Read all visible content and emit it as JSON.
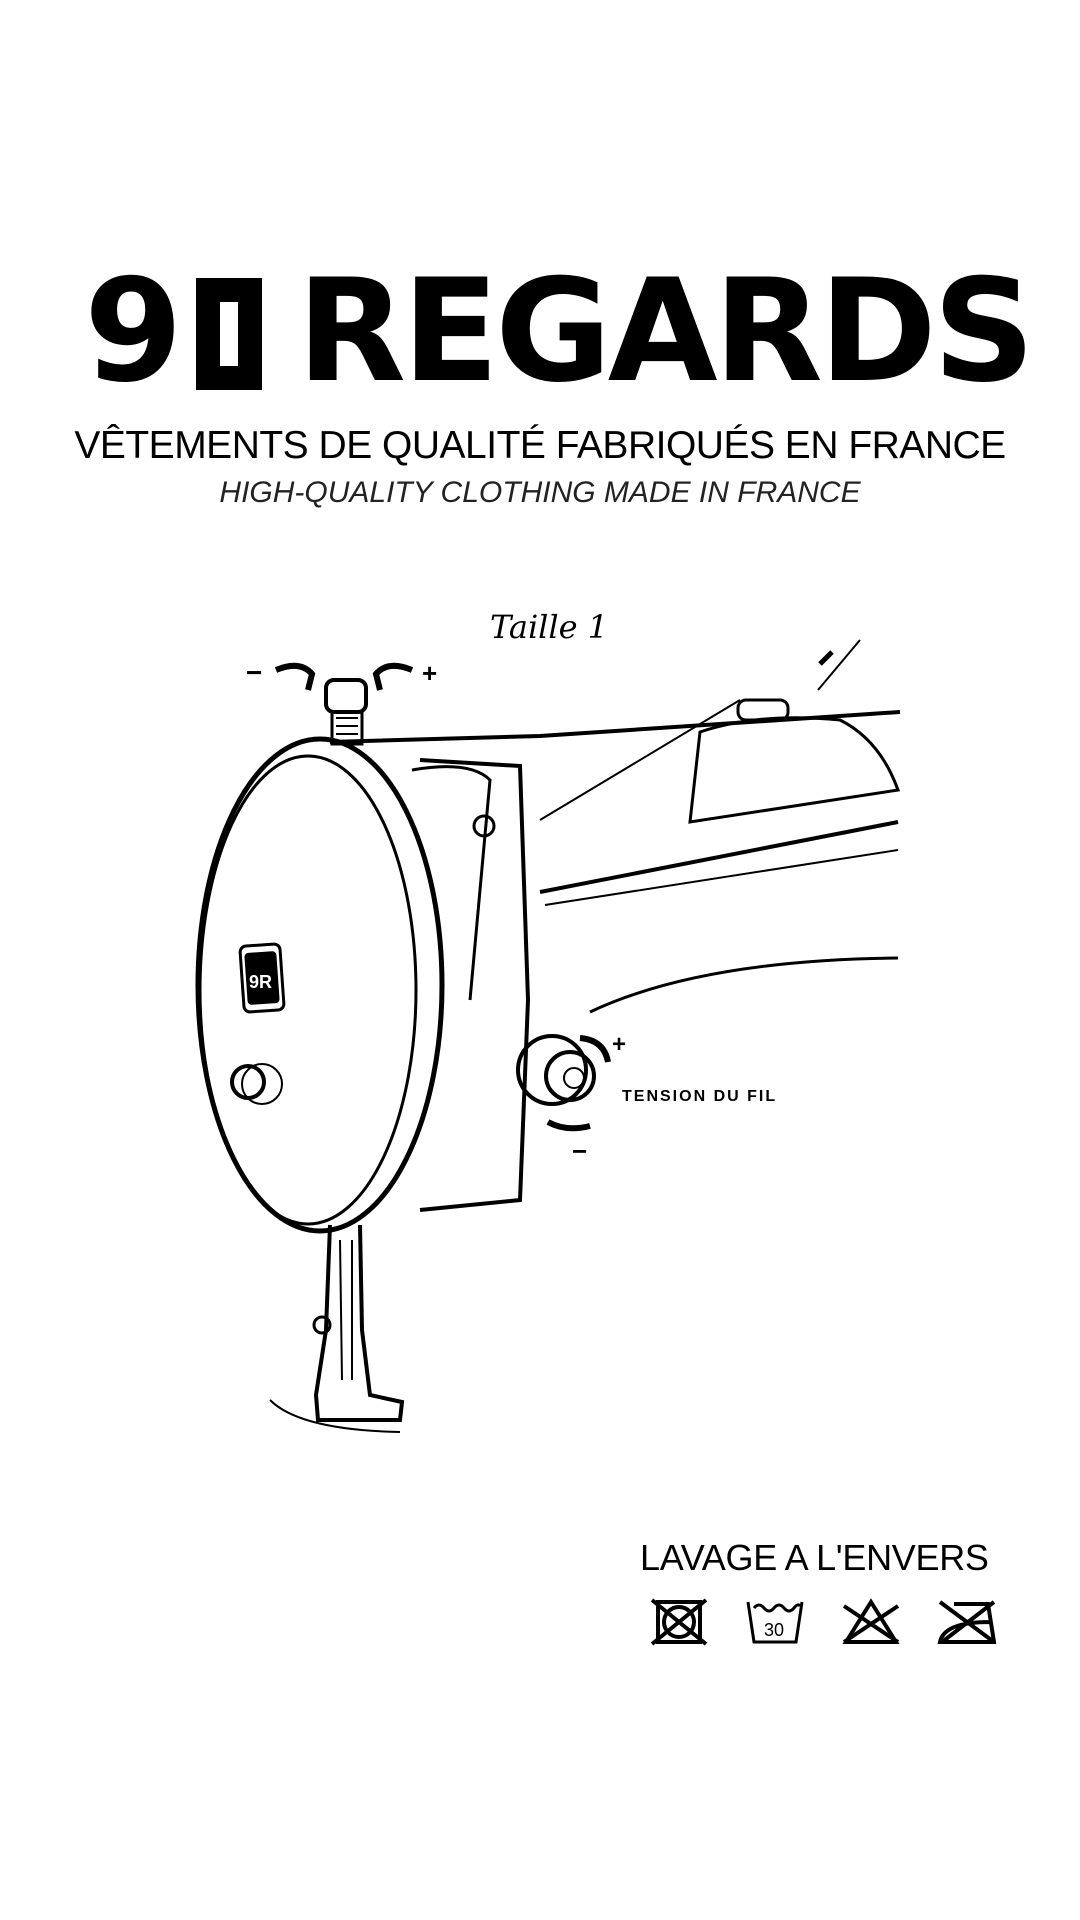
{
  "brand": {
    "name": "9REGARDS",
    "logo_icon": "9R-block-glyph",
    "word": "REGARDS"
  },
  "tagline_fr": "VÊTEMENTS DE QUALITÉ FABRIQUÉS EN FRANCE",
  "tagline_en": "HIGH-QUALITY CLOTHING MADE IN FRANCE",
  "size_label": "Taille 1",
  "illustration": {
    "badge": "9R",
    "tension_label": "TENSION DU FIL",
    "minus": "−",
    "plus": "+"
  },
  "care": {
    "title": "LAVAGE A L'ENVERS",
    "wash_temp": "30",
    "icons": [
      "no-tumble-dry-icon",
      "wash-30-icon",
      "no-bleach-icon",
      "no-iron-icon"
    ]
  }
}
